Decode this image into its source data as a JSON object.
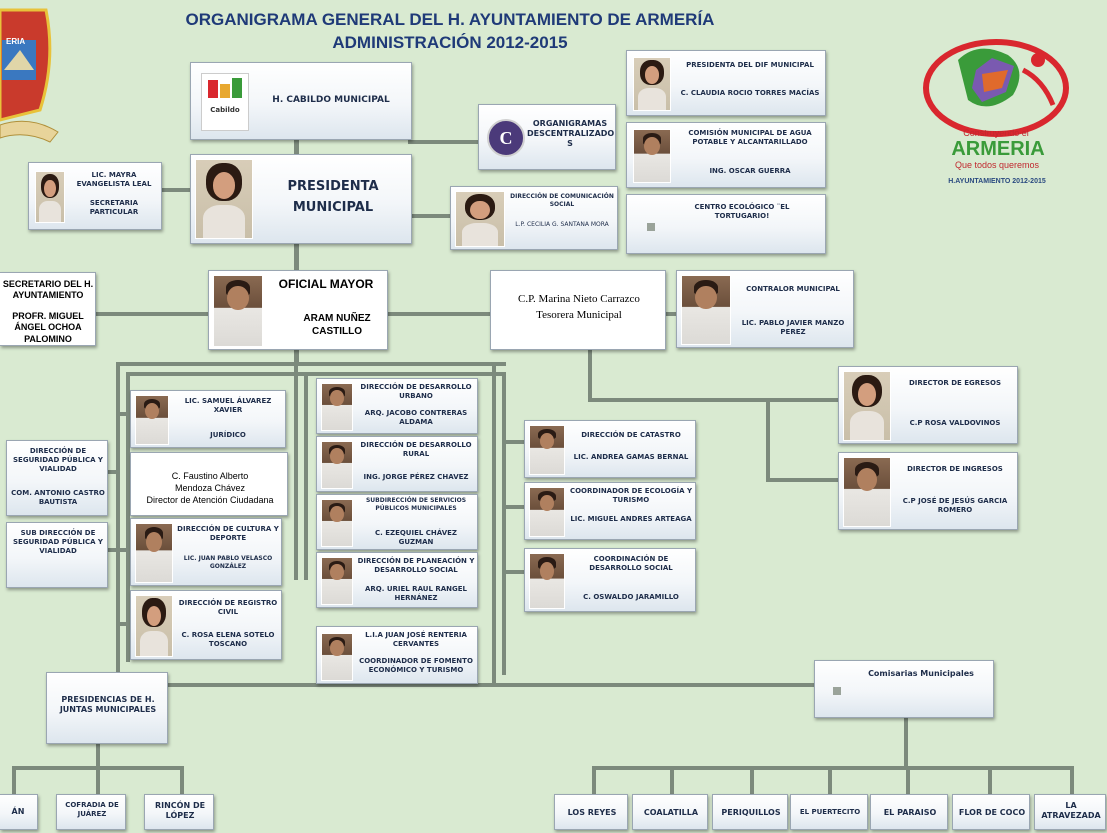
{
  "title": {
    "line1": "ORGANIGRAMA GENERAL DEL H. AYUNTAMIENTO DE ARMERÍA",
    "line2": "ADMINISTRACIÓN 2012-2015"
  },
  "logo": {
    "line1": "Construyendo el",
    "line2": "ARMERIA",
    "line3": "Que todos queremos",
    "line4": "H.AYUNTAMIENTO 2012-2015"
  },
  "crest": {
    "text": "ERIA"
  },
  "cabildo": {
    "label": "H. CABILDO MUNICIPAL",
    "logo_text": "Cabildo"
  },
  "presidenta": {
    "label": "PRESIDENTA MUNICIPAL"
  },
  "secretaria_particular": {
    "name": "LIC. MAYRA EVANGELISTA LEAL",
    "role": "SECRETARIA PARTICULAR"
  },
  "descentralizados": {
    "label": "ORGANIGRAMAS DESCENTRALIZADO S",
    "icon_letter": "C"
  },
  "comunicacion": {
    "title": "DIRECCIÓN DE COMUNICACIÓN SOCIAL",
    "name": "L.P. CECILIA G. SANTANA MORA"
  },
  "dif": {
    "title": "PRESIDENTA DEL DIF MUNICIPAL",
    "name": "C. CLAUDIA ROCIO TORRES MACÍAS"
  },
  "agua": {
    "title": "COMISIÓN MUNICIPAL DE AGUA POTABLE Y ALCANTARILLADO",
    "name": "ING. OSCAR GUERRA"
  },
  "tortugario": {
    "title": "CENTRO ECOLÓGICO ¨EL TORTUGARIO!"
  },
  "secretario": {
    "title": "SECRETARIO DEL H. AYUNTAMIENTO",
    "name": "PROFR. MIGUEL ÁNGEL OCHOA PALOMINO"
  },
  "oficial_mayor": {
    "title": "OFICIAL MAYOR",
    "name": "ARAM NUÑEZ CASTILLO"
  },
  "tesorera": {
    "name": "C.P. Marina Nieto Carrazco",
    "role": "Tesorera Municipal"
  },
  "contralor": {
    "title": "CONTRALOR MUNICIPAL",
    "name": "LIC. PABLO JAVIER MANZO PEREZ"
  },
  "egresos": {
    "title": "DIRECTOR DE EGRESOS",
    "name": "C.P ROSA VALDOVINOS"
  },
  "ingresos": {
    "title": "DIRECTOR DE INGRESOS",
    "name": "C.P JOSÉ DE JESÚS GARCIA ROMERO"
  },
  "seguridad": {
    "title": "DIRECCIÓN DE SEGURIDAD PÚBLICA Y VIALIDAD",
    "name": "COM. ANTONIO CASTRO BAUTISTA"
  },
  "sub_seguridad": {
    "title": "SUB DIRECCIÓN DE SEGURIDAD PÚBLICA Y VIALIDAD"
  },
  "juridico": {
    "name": "LIC. SAMUEL ÁLVAREZ XAVIER",
    "role": "JURÍDICO"
  },
  "atencion": {
    "line1": "C. Faustino Alberto",
    "line2": "Mendoza Chávez",
    "line3": "Director de Atención Ciudadana"
  },
  "cultura": {
    "title": "DIRECCIÓN DE CULTURA Y DEPORTE",
    "name": "LIC. JUAN PABLO VELASCO GONZÁLEZ"
  },
  "registro": {
    "title": "DIRECCIÓN DE REGISTRO CIVIL",
    "name": "C. ROSA ELENA SOTELO TOSCANO"
  },
  "urbano": {
    "title": "DIRECCIÓN DE DESARROLLO URBANO",
    "name": "ARQ. JACOBO CONTRERAS ALDAMA"
  },
  "rural": {
    "title": "DIRECCIÓN DE DESARROLLO RURAL",
    "name": "ING. JORGE PÉREZ CHAVEZ"
  },
  "servicios": {
    "title": "SUBDIRECCIÓN DE SERVICIOS PÚBLICOS MUNICIPALES",
    "name": "C. EZEQUIEL CHÁVEZ GUZMAN"
  },
  "planeacion": {
    "title": "DIRECCIÓN DE PLANEACIÓN Y DESARROLLO SOCIAL",
    "name": "ARQ. URIEL RAUL RANGEL HERNÁNEZ"
  },
  "fomento": {
    "name": "L.I.A JUAN JOSÉ RENTERIA CERVANTES",
    "role": "COORDINADOR DE FOMENTO ECONÓMICO Y TURISMO"
  },
  "catastro": {
    "title": "DIRECCIÓN DE CATASTRO",
    "name": "LIC. ANDREA GAMAS BERNAL"
  },
  "ecologia": {
    "title": "COORDINADOR DE ECOLOGÍA Y TURISMO",
    "name": "LIC. MIGUEL ANDRES ARTEAGA"
  },
  "desarrollo_social": {
    "title": "COORDINACIÓN DE DESARROLLO SOCIAL",
    "name": "C. OSWALDO JARAMILLO"
  },
  "juntas": {
    "label": "PRESIDENCIAS DE H. JUNTAS MUNICIPALES"
  },
  "comisarias": {
    "label": "Comisarias Municipales"
  },
  "juntas_list": [
    "ÁN",
    "COFRADIA DE JUÁREZ",
    "RINCÓN DE LÓPEZ"
  ],
  "comisarias_list": [
    "LOS REYES",
    "COALATILLA",
    "PERIQUILLOS",
    "EL PUERTECITO",
    "EL PARAISO",
    "FLOR DE COCO",
    "LA ATRAVEZADA"
  ],
  "colors": {
    "background": "#d9ead1",
    "title": "#1f3a78",
    "box_text": "#1e2d4a",
    "connector": "#7c8a7c",
    "logo_red": "#d9272e",
    "logo_green": "#3a9b3a"
  }
}
